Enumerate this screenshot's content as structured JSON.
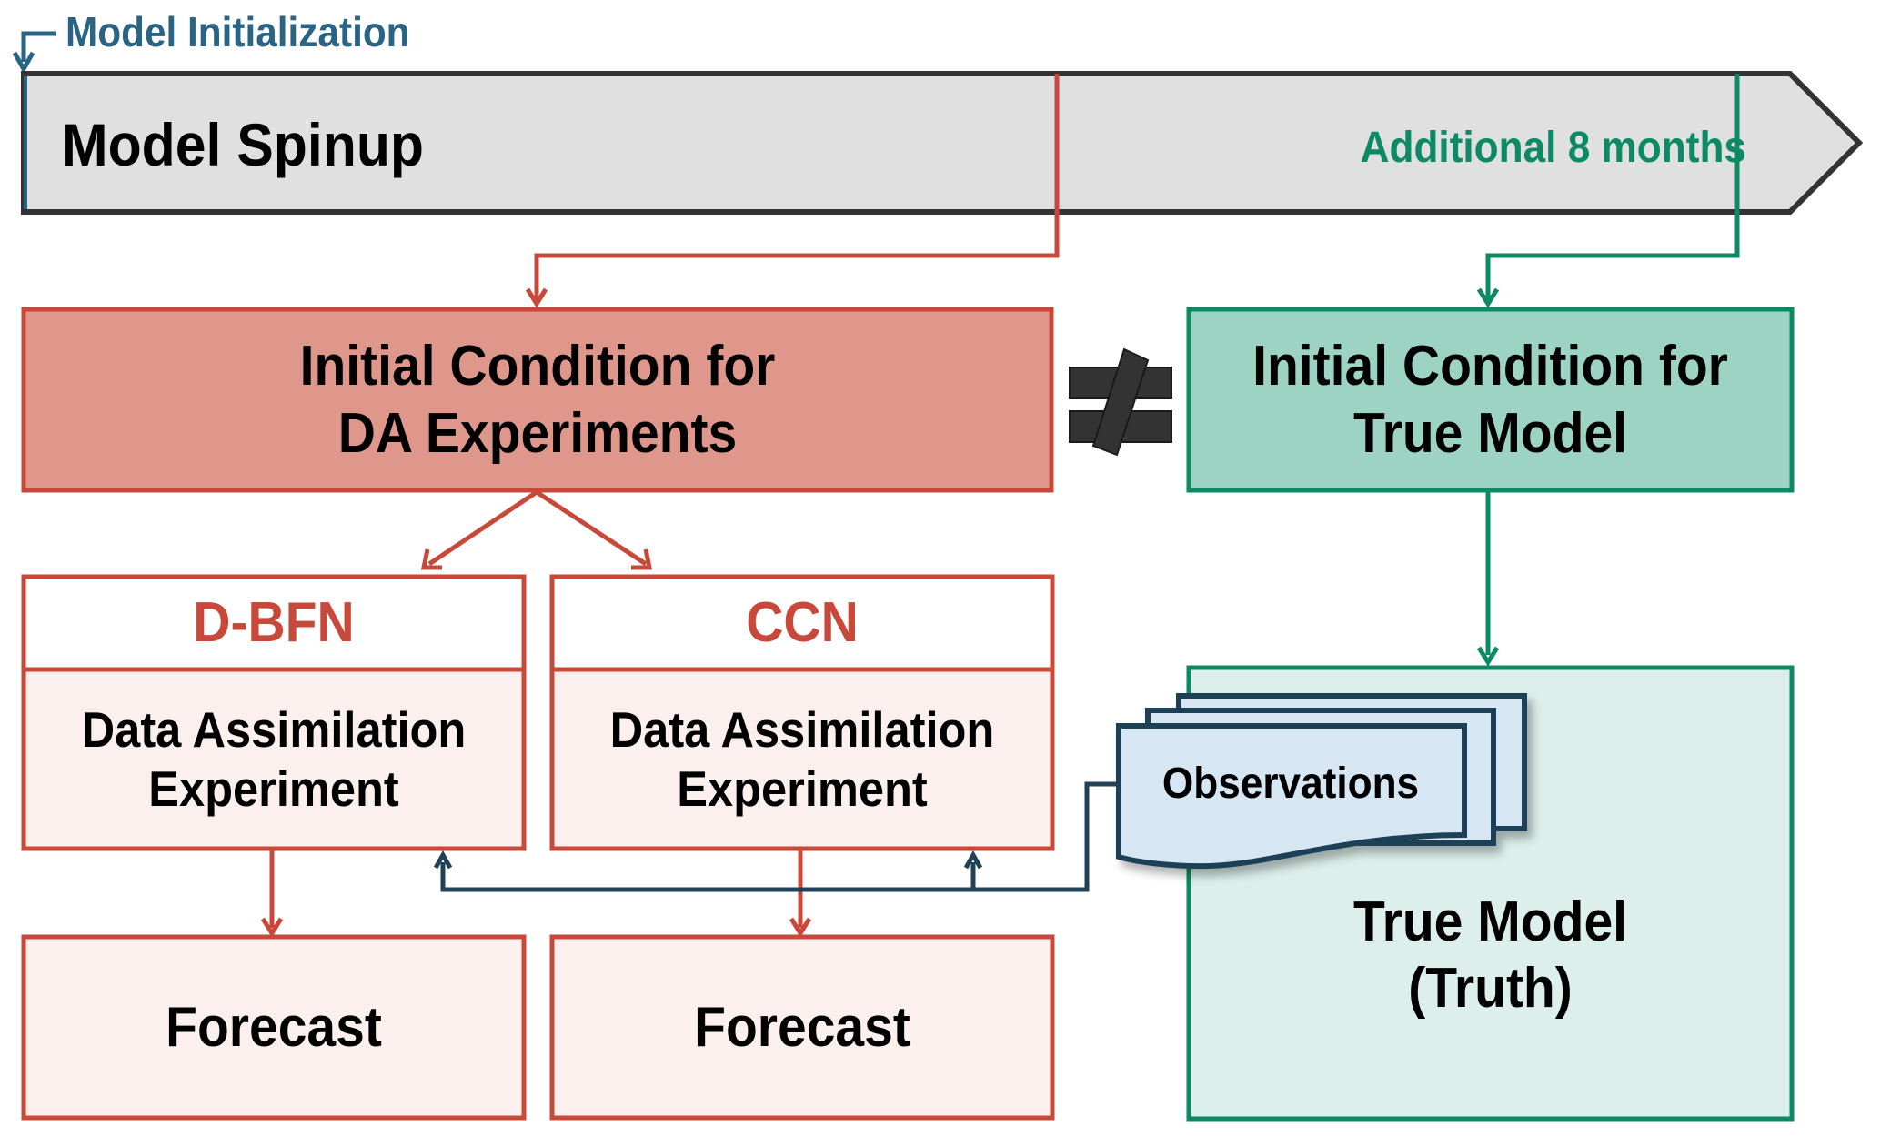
{
  "colors": {
    "red": "#c8493a",
    "red_fill": "#de978a",
    "red_light": "#fbf0ed",
    "green": "#0c8a63",
    "green_fill": "#9dd3c3",
    "green_light": "#ddefea",
    "blue": "#2a6485",
    "blue_dark": "#1f4157",
    "obs_fill": "#d6e6f2",
    "gray_fill": "#e0e0e0",
    "dark": "#333333"
  },
  "timeline": {
    "init_label": "Model Initialization",
    "spinup_label": "Model Spinup",
    "additional_label": "Additional 8 months"
  },
  "boxes": {
    "ic_da": "Initial Condition for\nDA Experiments",
    "ic_true": "Initial Condition for\nTrue Model",
    "not_equal_symbol": "≠",
    "dbfn_title": "D-BFN",
    "dbfn_body": "Data Assimilation\nExperiment",
    "ccn_title": "CCN",
    "ccn_body": "Data Assimilation\nExperiment",
    "forecast_left": "Forecast",
    "forecast_right": "Forecast",
    "observations": "Observations",
    "true_model": "True Model\n(Truth)"
  }
}
